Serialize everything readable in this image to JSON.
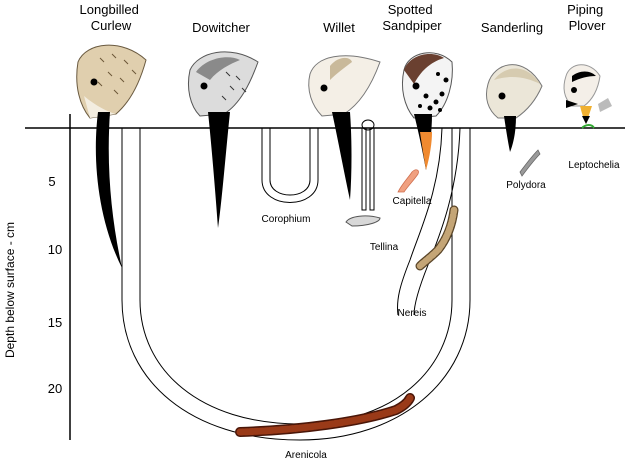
{
  "birds": [
    {
      "name_line1": "Longbilled",
      "name_line2": "Curlew"
    },
    {
      "name_line1": "Dowitcher",
      "name_line2": ""
    },
    {
      "name_line1": "Willet",
      "name_line2": ""
    },
    {
      "name_line1": "Spotted",
      "name_line2": "Sandpiper"
    },
    {
      "name_line1": "Sanderling",
      "name_line2": ""
    },
    {
      "name_line1": "Piping",
      "name_line2": "Plover"
    }
  ],
  "prey": [
    {
      "name": "Corophium"
    },
    {
      "name": "Capitella"
    },
    {
      "name": "Tellina"
    },
    {
      "name": "Nereis"
    },
    {
      "name": "Polydora"
    },
    {
      "name": "Leptochelia"
    },
    {
      "name": "Arenicola"
    }
  ],
  "axis": {
    "title": "Depth below surface - cm",
    "ticks": [
      "5",
      "10",
      "15",
      "20"
    ]
  },
  "colors": {
    "bill": "#000000",
    "arenicola_worm": "#8b2a10",
    "nereis_worm": "#a8895a",
    "capitella_worm": "#f0a080",
    "leptochelia": "#33aa33",
    "orange_bill_tip": "#f08a30",
    "plover_bill_tip": "#f0b030"
  }
}
